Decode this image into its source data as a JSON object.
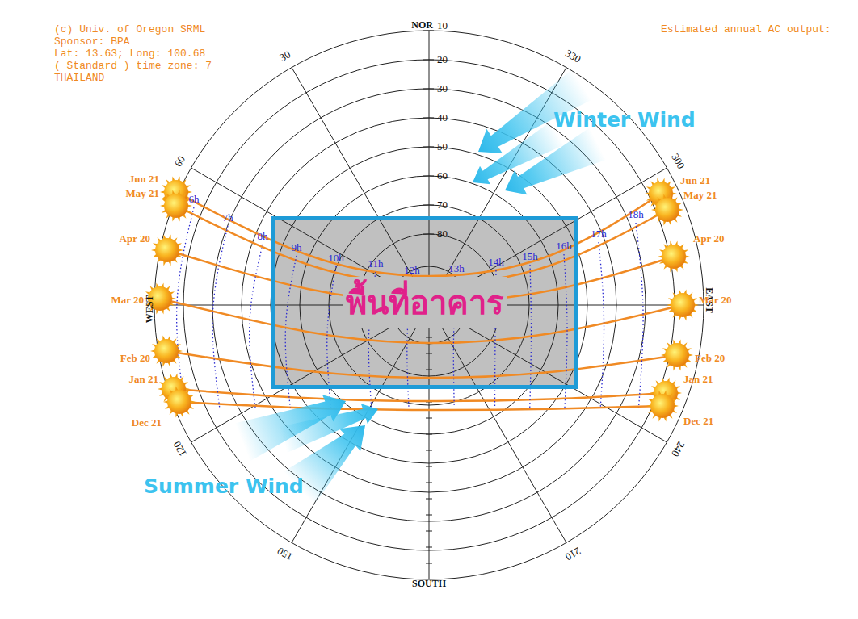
{
  "diagram": {
    "nodes": [
      {
        "text": [
          "พื้นที่อาคาร"
        ]
      }
    ],
    "labels": [
      "(c) Univ. of Oregon SRML",
      "Sponsor: BPA",
      "Lat: 13.63; Long: 100.68",
      "( Standard ) time zone: 7",
      "THAILAND",
      "Estimated annual AC output:",
      "NOR",
      "10",
      "20",
      "30",
      "40",
      "50",
      "60",
      "70",
      "80",
      "SOUTH",
      "WEST",
      "EAST",
      "30",
      "60",
      "120",
      "150",
      "210",
      "240",
      "300",
      "330",
      "Jun 21",
      "May 21",
      "Apr 20",
      "Mar 20",
      "Feb 20",
      "Jan 21",
      "Dec 21",
      "Jun 21",
      "May 21",
      "Apr 20",
      "Mar 20",
      "Feb 20",
      "Jan 21",
      "Dec 21",
      "6h",
      "7h",
      "8h",
      "9h",
      "10h",
      "11h",
      "12h",
      "13h",
      "14h",
      "15h",
      "16h",
      "17h",
      "18h",
      "Winter Wind",
      "Summer Wind"
    ]
  }
}
